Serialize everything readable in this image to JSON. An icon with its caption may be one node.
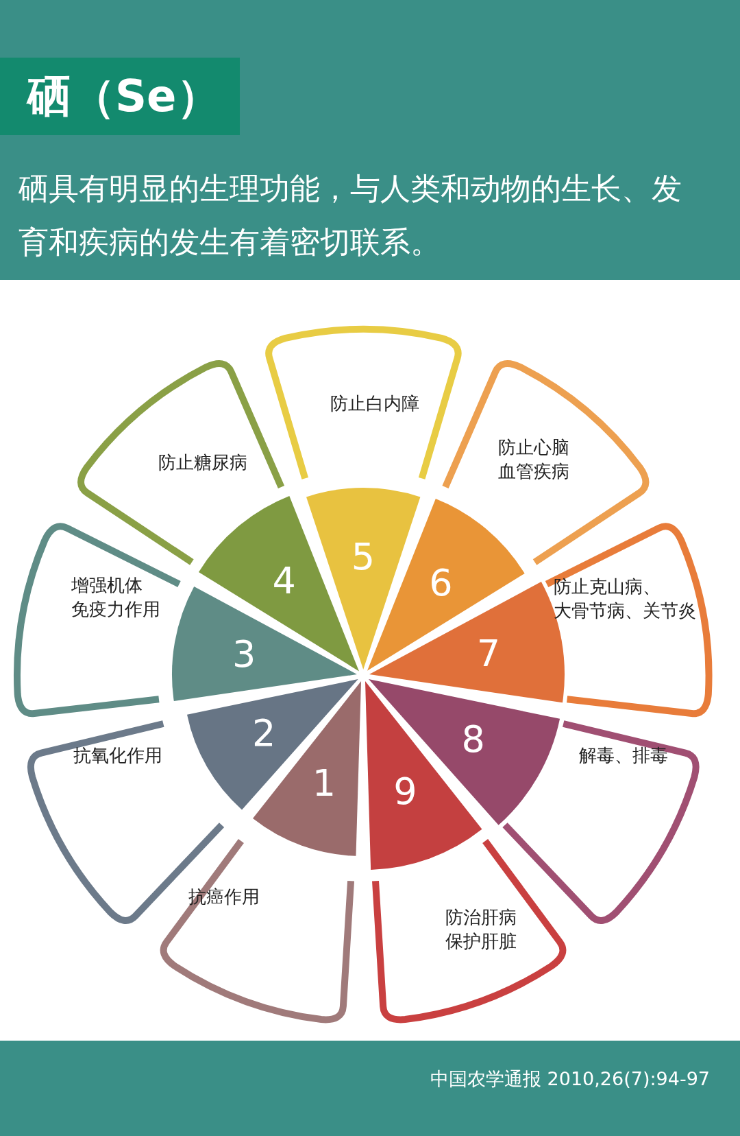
{
  "diagram": {
    "title": "硒（Se）",
    "caption": "中国农学通报 2010,26(7):94-97",
    "labels": [
      "硒具有明显的生理功能，与人类和动物的生长、发育和疾病的发生有着密切联系。"
    ],
    "nodes": [
      {
        "text": [
          "1"
        ]
      },
      {
        "text": [
          "2"
        ]
      },
      {
        "text": [
          "3"
        ]
      },
      {
        "text": [
          "4"
        ]
      },
      {
        "text": [
          "5"
        ]
      },
      {
        "text": [
          "6"
        ]
      },
      {
        "text": [
          "7"
        ]
      },
      {
        "text": [
          "8"
        ]
      },
      {
        "text": [
          "9"
        ]
      },
      {
        "text": [
          "抗癌作用"
        ]
      },
      {
        "text": [
          "抗氧化作用"
        ]
      },
      {
        "text": [
          "增强机体免疫力作用"
        ]
      },
      {
        "text": [
          "防止糖尿病"
        ]
      },
      {
        "text": [
          "防止白内障"
        ]
      },
      {
        "text": [
          "防止心脑血管疾病"
        ]
      },
      {
        "text": [
          "防止克山病、大骨节病、关节炎"
        ]
      },
      {
        "text": [
          "解毒、排毒"
        ]
      },
      {
        "text": [
          "防治肝病保护肝脏"
        ]
      }
    ]
  }
}
